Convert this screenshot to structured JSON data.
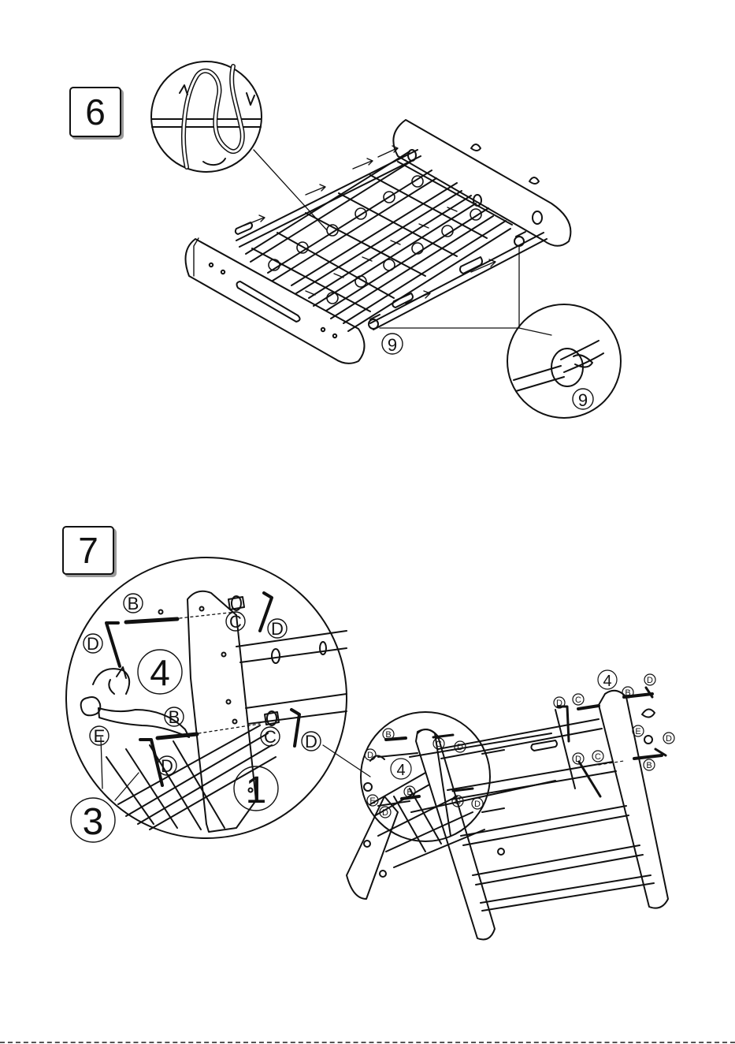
{
  "steps": {
    "step6": {
      "number": "6",
      "callout": "9"
    },
    "step7": {
      "number": "7",
      "parts": {
        "b": "B",
        "c": "C",
        "d": "D",
        "e": "E"
      },
      "panels": {
        "side_a": "4",
        "side_b": "1",
        "front": "3"
      }
    }
  },
  "colors": {
    "line": "#111111",
    "shadow": "#9a9a9a",
    "paper": "#ffffff"
  }
}
